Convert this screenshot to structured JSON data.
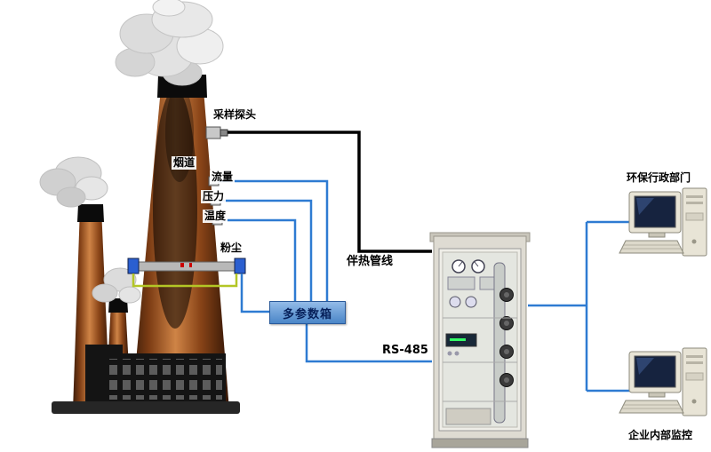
{
  "diagram": {
    "labels": {
      "sampling_probe": "采样探头",
      "flue_duct": "烟道",
      "flow": "流量",
      "pressure": "压力",
      "temperature": "温度",
      "dust": "粉尘",
      "multi_parameter_box": "多参数箱",
      "heat_traced_line": "伴热管线",
      "rs485": "RS-485",
      "epa_department": "环保行政部门",
      "enterprise_monitoring": "企业内部监控"
    },
    "colors": {
      "signal_line": "#2e7bd2",
      "heat_trace_line": "#000000",
      "param_box_fill": "#5b94d6",
      "chimney_brown": "#8a4a1f",
      "dust_cable_green": "#b3c626",
      "cabinet_body": "#dedbd2"
    }
  }
}
